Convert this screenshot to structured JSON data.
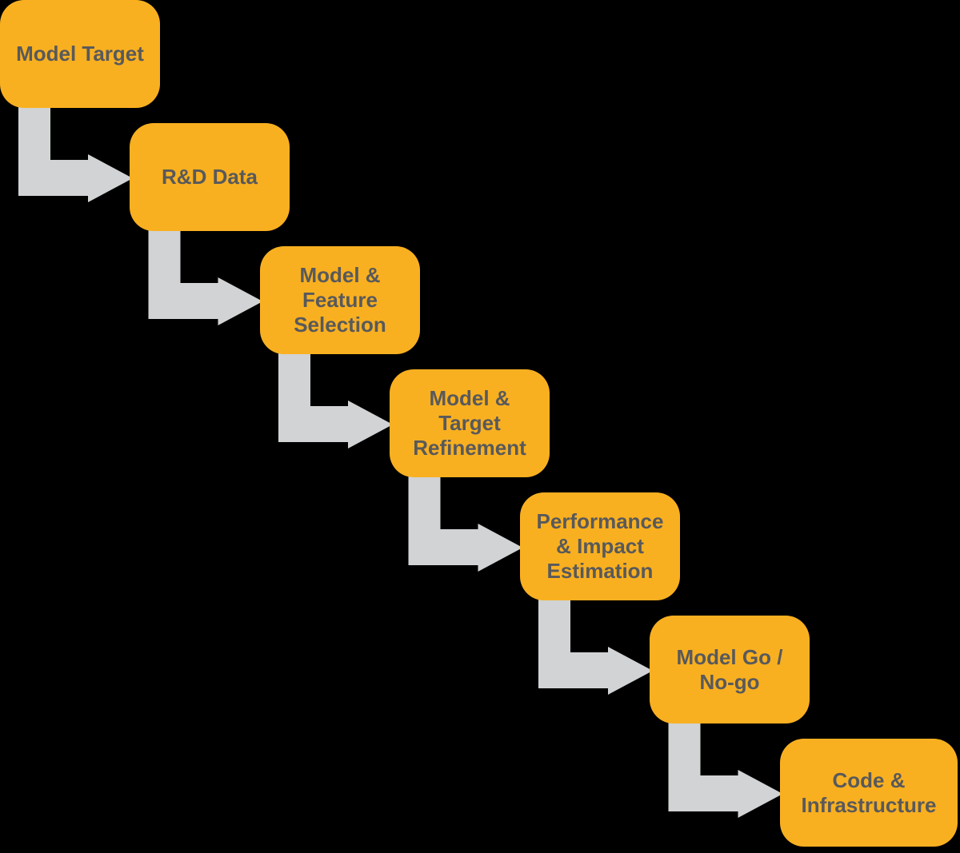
{
  "diagram": {
    "type": "stepped-process-flow",
    "direction": "top-left to bottom-right",
    "steps": [
      {
        "index": 1,
        "label": "Model Target"
      },
      {
        "index": 2,
        "label": "R&D Data"
      },
      {
        "index": 3,
        "label": "Model & Feature Selection"
      },
      {
        "index": 4,
        "label": "Model & Target Refinement"
      },
      {
        "index": 5,
        "label": "Performance & Impact Estimation"
      },
      {
        "index": 6,
        "label": "Model Go / No-go"
      },
      {
        "index": 7,
        "label": "Code & Infrastructure"
      }
    ],
    "connectors": {
      "count": 6,
      "style": "elbow-arrow-down-then-right"
    },
    "colors": {
      "background": "#000000",
      "node_fill": "#F9B020",
      "node_text": "#58595B",
      "arrow_fill": "#D1D3D4"
    }
  }
}
